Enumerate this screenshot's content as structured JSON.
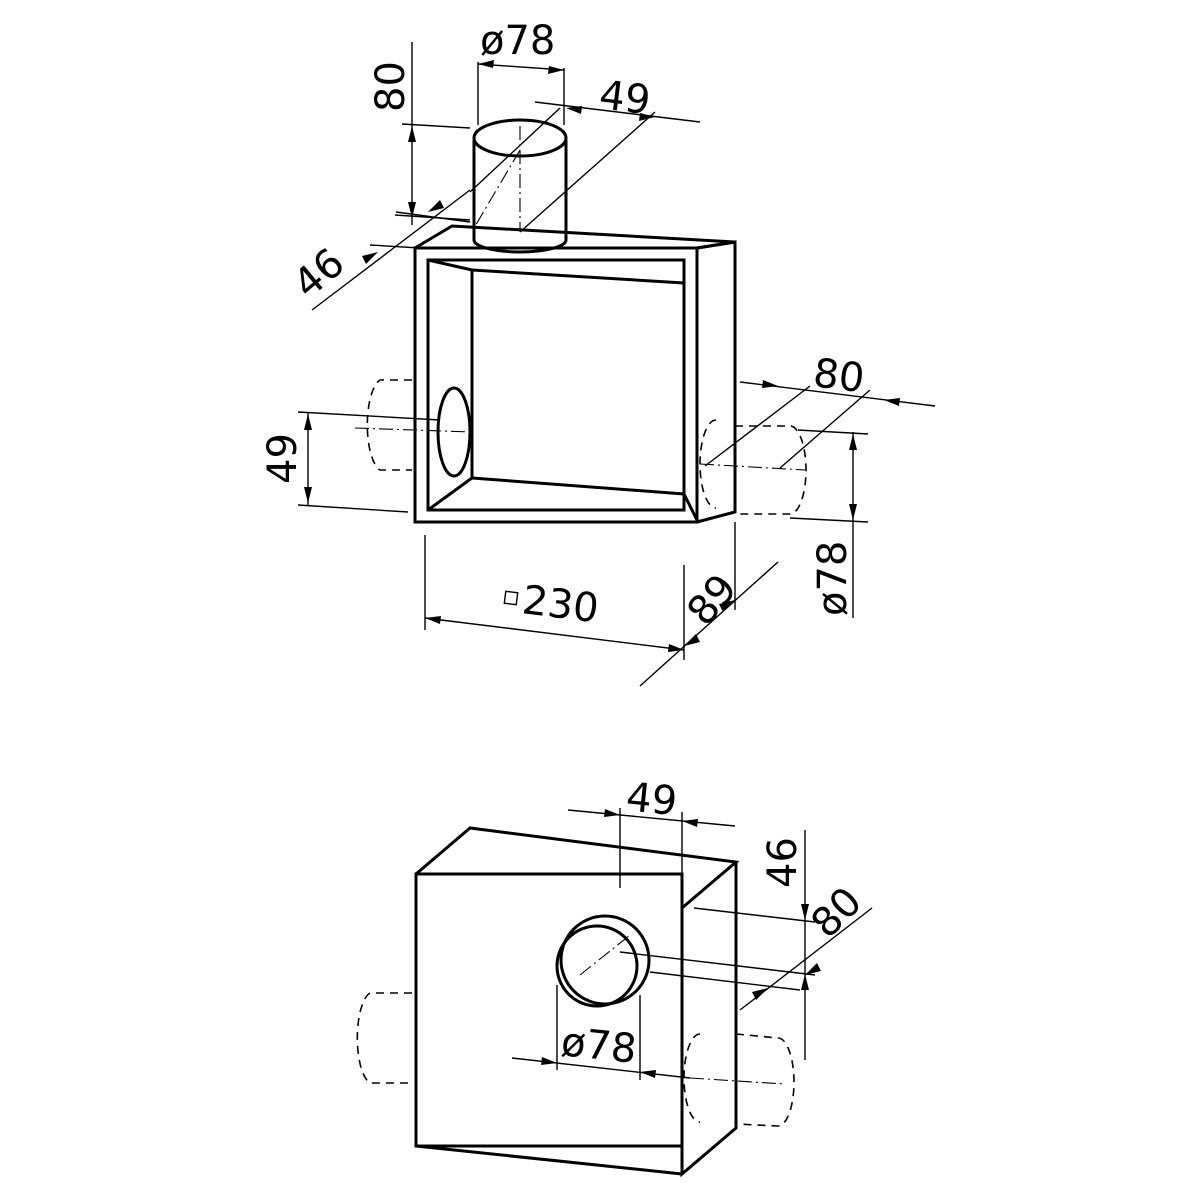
{
  "top_view": {
    "dims": {
      "pipe_diameter": "ø78",
      "pipe_height": "80",
      "pipe_offset": "49",
      "pipe_depth": "46",
      "side_offset": "49",
      "side_length": "80",
      "side_diameter": "ø78",
      "box_size": "230",
      "box_depth": "89"
    }
  },
  "bottom_view": {
    "dims": {
      "pipe_offset": "49",
      "pipe_height": "46",
      "pipe_length": "80",
      "pipe_diameter": "ø78"
    }
  }
}
